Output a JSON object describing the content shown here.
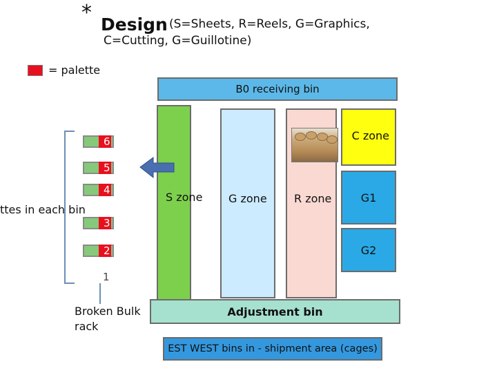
{
  "title": {
    "bullet": "*",
    "main": "Design",
    "subtitle_line1": "(S=Sheets, R=Reels, G=Graphics,",
    "subtitle_line2": "C=Cutting, G=Guillotine)"
  },
  "legend": {
    "label": "= palette",
    "color": "#e8101e"
  },
  "bins": {
    "receiving": "B0  receiving bin",
    "adjustment": "Adjustment bin",
    "east_west": "EST  WEST bins in  - shipment  area (cages)"
  },
  "zones": {
    "s_zone": "S zone",
    "g_zone": "G zone",
    "r_zone": "R zone",
    "c_zone": "C zone",
    "g1": "G1",
    "g2": "G2"
  },
  "rack": {
    "levels": [
      "6",
      "5",
      "4",
      "3",
      "2",
      "1"
    ],
    "side_label": "ttes  in each bin",
    "broken_bulk_line1": "Broken Bulk",
    "broken_bulk_line2": "rack"
  },
  "colors": {
    "receiving": "#5cb8e8",
    "s_zone": "#7dd04c",
    "g_zone": "#ccebff",
    "r_zone": "#f9d9d2",
    "c_zone": "#ffff10",
    "g_boxes": "#2aa9e6",
    "adjustment": "#a6e0cf",
    "east_west": "#3498de",
    "arrow": "#4a6fb0"
  }
}
